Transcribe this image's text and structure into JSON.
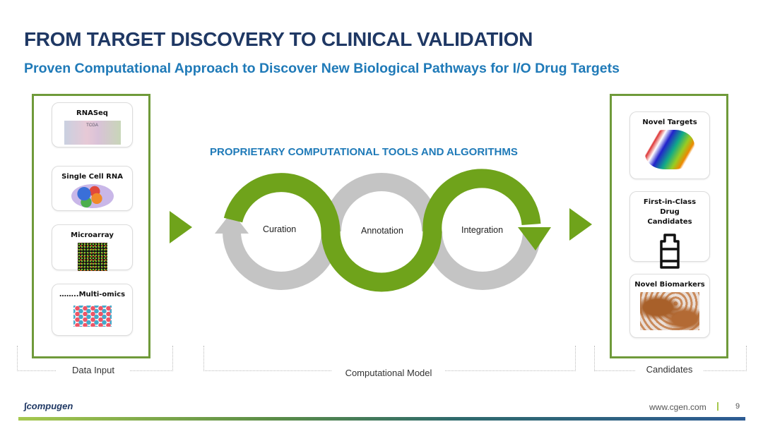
{
  "header": {
    "title": "FROM TARGET DISCOVERY TO CLINICAL VALIDATION",
    "subtitle": "Proven Computational Approach to Discover New Biological Pathways for I/O Drug Targets"
  },
  "data_input": {
    "label": "Data Input",
    "cards": [
      "RNASeq",
      "Single Cell RNA",
      "Microarray",
      "……..Multi-omics"
    ],
    "rnaseq_image_text": "TCGA"
  },
  "model": {
    "heading": "PROPRIETARY COMPUTATIONAL TOOLS AND ALGORITHMS",
    "steps": [
      "Curation",
      "Annotation",
      "Integration"
    ],
    "label": "Computational Model"
  },
  "candidates": {
    "label": "Candidates",
    "cards": [
      "Novel Targets",
      "First-in-Class Drug Candidates",
      "Novel Biomarkers"
    ]
  },
  "footer": {
    "logo": "compugen",
    "url": "www.cgen.com",
    "page": "9"
  },
  "colors": {
    "green": "#6fa31b",
    "navy": "#1f3864",
    "blue": "#1f7ab8",
    "gray": "#c4c4c4"
  }
}
